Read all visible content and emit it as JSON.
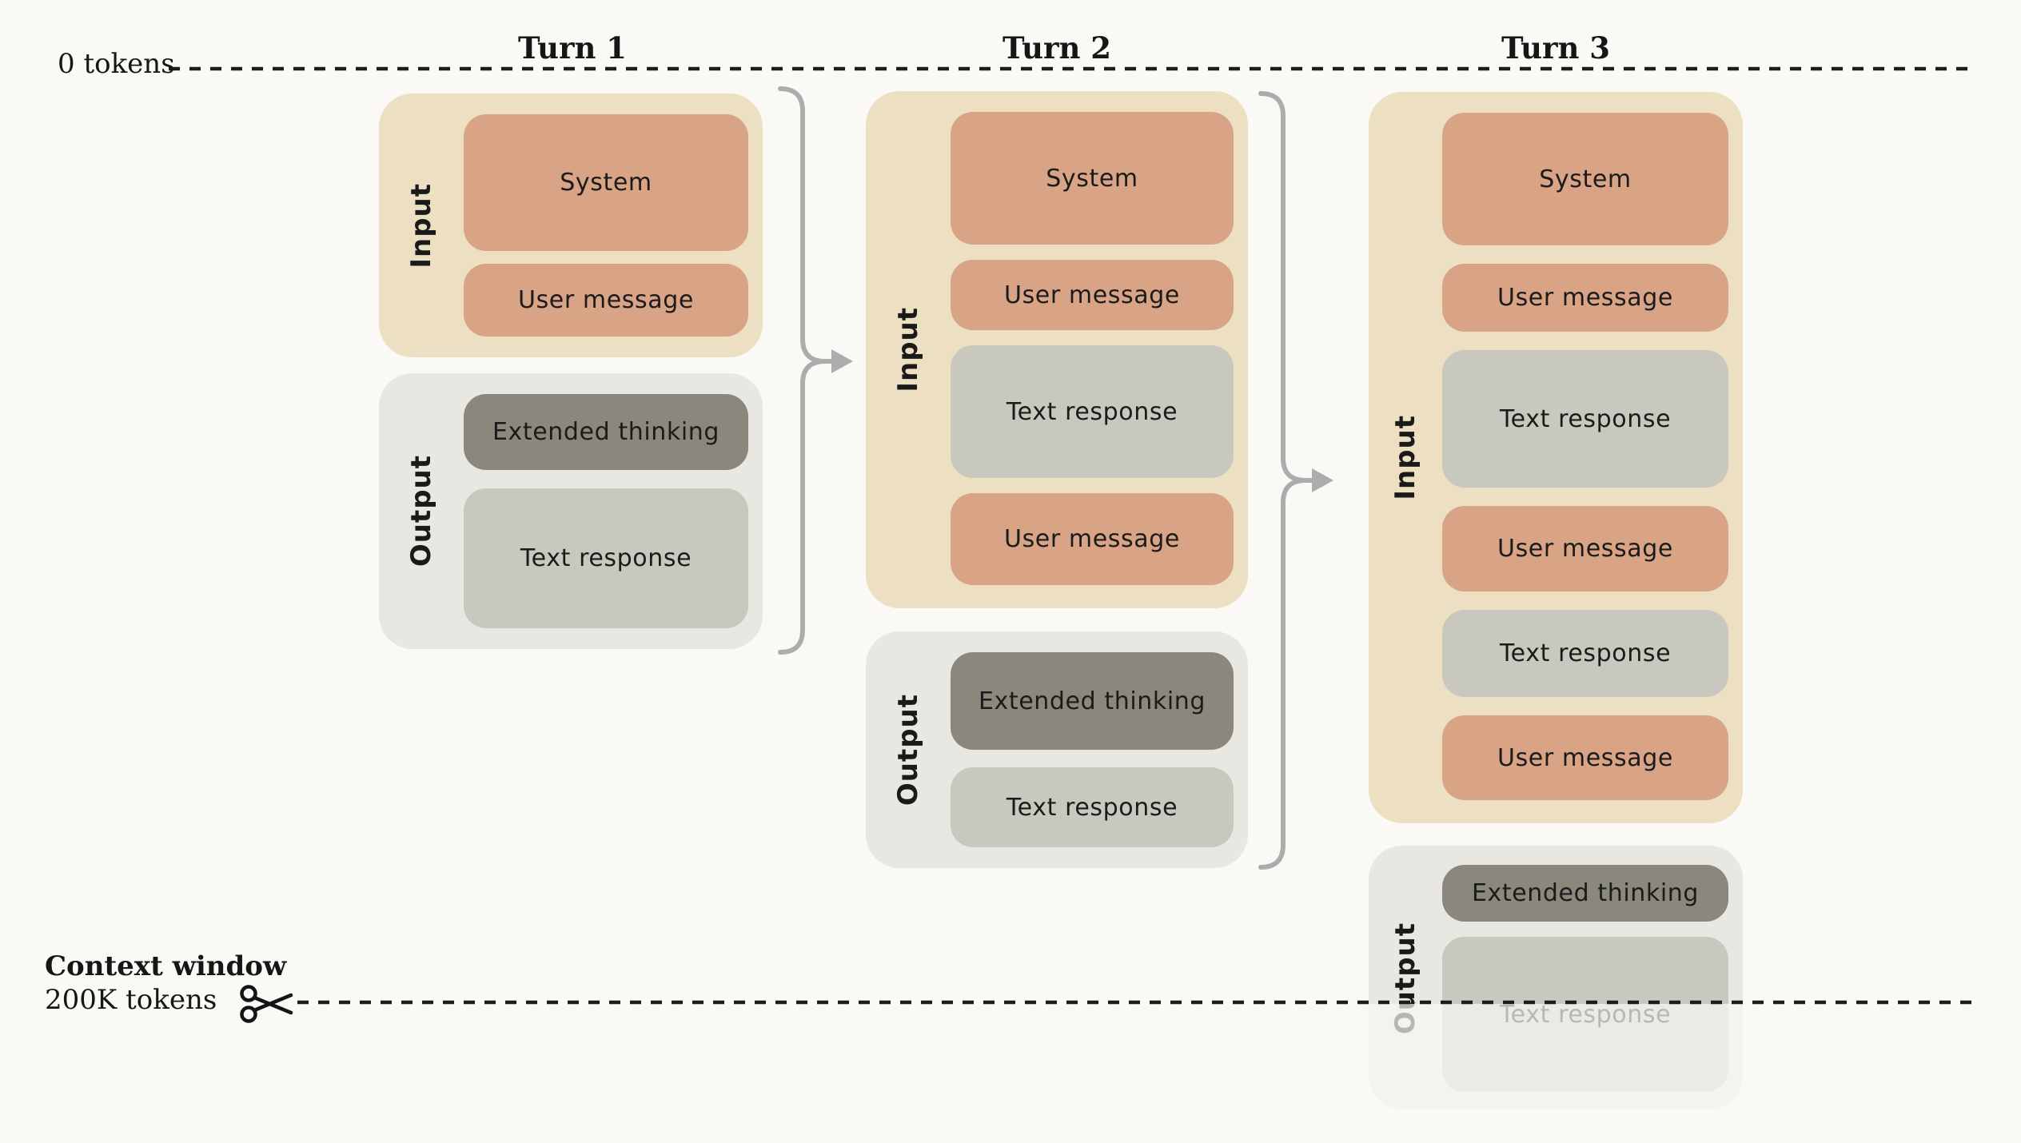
{
  "axis": {
    "origin_label": "0 tokens",
    "context_window_title": "Context window",
    "context_window_value": "200K tokens"
  },
  "turns": [
    {
      "title": "Turn 1",
      "input": {
        "label": "Input",
        "blocks": [
          {
            "label": "System",
            "kind": "message"
          },
          {
            "label": "User message",
            "kind": "message"
          }
        ]
      },
      "output": {
        "label": "Output",
        "blocks": [
          {
            "label": "Extended thinking",
            "kind": "thinking"
          },
          {
            "label": "Text response",
            "kind": "response"
          }
        ]
      }
    },
    {
      "title": "Turn 2",
      "input": {
        "label": "Input",
        "blocks": [
          {
            "label": "System",
            "kind": "message"
          },
          {
            "label": "User message",
            "kind": "message"
          },
          {
            "label": "Text response",
            "kind": "response"
          },
          {
            "label": "User message",
            "kind": "message"
          }
        ]
      },
      "output": {
        "label": "Output",
        "blocks": [
          {
            "label": "Extended thinking",
            "kind": "thinking"
          },
          {
            "label": "Text response",
            "kind": "response"
          }
        ]
      }
    },
    {
      "title": "Turn 3",
      "input": {
        "label": "Input",
        "blocks": [
          {
            "label": "System",
            "kind": "message"
          },
          {
            "label": "User message",
            "kind": "message"
          },
          {
            "label": "Text response",
            "kind": "response"
          },
          {
            "label": "User message",
            "kind": "message"
          },
          {
            "label": "Text response",
            "kind": "response"
          },
          {
            "label": "User message",
            "kind": "message"
          }
        ]
      },
      "output": {
        "label": "Output",
        "blocks": [
          {
            "label": "Extended thinking",
            "kind": "thinking"
          },
          {
            "label": "Text response",
            "kind": "response"
          }
        ]
      }
    }
  ],
  "icons": {
    "cut": "scissors"
  },
  "colors": {
    "background": "#FAF9F5",
    "input_panel": "#EDE0C2",
    "output_panel": "#E8E7E1",
    "message_block": "#D9A385",
    "response_block": "#C9C8BF",
    "thinking_block": "#8A887D",
    "connector": "#ACACAC",
    "dashed_line": "#1C1C1C",
    "text": "#161616"
  }
}
